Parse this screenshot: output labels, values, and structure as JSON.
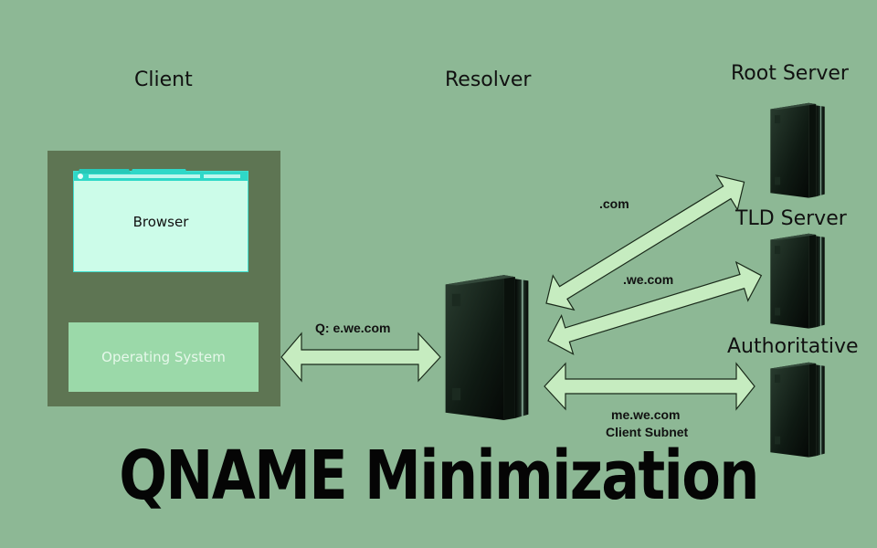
{
  "diagram": {
    "title": "QNAME Minimization",
    "columns": {
      "client": "Client",
      "resolver": "Resolver"
    },
    "client": {
      "browser_label": "Browser",
      "os_label": "Operating System"
    },
    "servers": [
      {
        "id": "root",
        "label": "Root Server"
      },
      {
        "id": "tld",
        "label": "TLD Server"
      },
      {
        "id": "authoritative",
        "label": "Authoritative"
      }
    ],
    "edges": [
      {
        "from": "client",
        "to": "resolver",
        "label": "Q: e.we.com"
      },
      {
        "from": "resolver",
        "to": "root",
        "label": ".com"
      },
      {
        "from": "resolver",
        "to": "tld",
        "label": ".we.com"
      },
      {
        "from": "resolver",
        "to": "authoritative",
        "label": "me.we.com",
        "sublabel": "Client Subnet"
      }
    ],
    "colors": {
      "background": "#8db895",
      "client_box": "#5e7553",
      "browser": "#ccfce9",
      "browser_chrome": "#2fd8c8",
      "os_box": "#9bd9a9",
      "arrow_fill": "#c6ecc0",
      "server": "#0e1a12"
    }
  }
}
